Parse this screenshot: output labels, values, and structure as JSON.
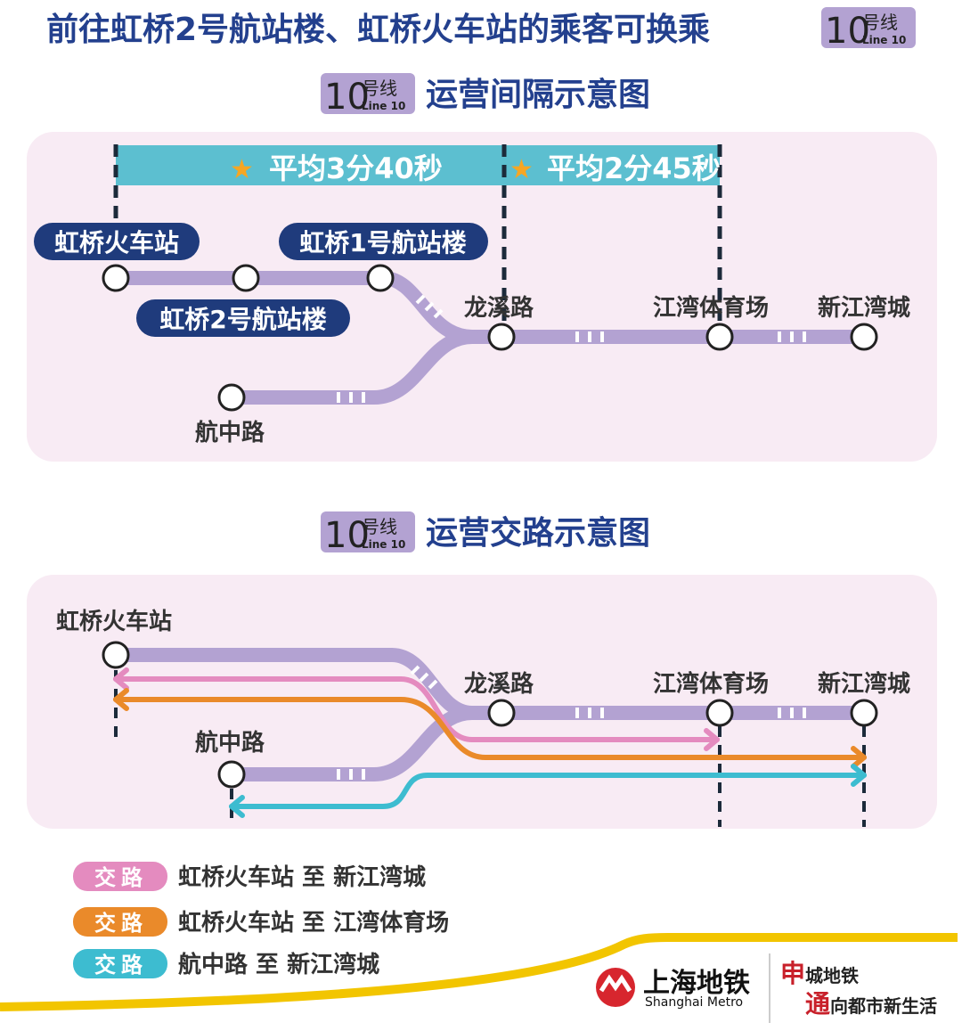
{
  "header": {
    "title": "前往虹桥2号航站楼、虹桥火车站的乘客可换乘",
    "badge": {
      "number": "10",
      "cn": "号线",
      "en": "Line 10"
    }
  },
  "interval_diagram": {
    "title": "运营间隔示意图",
    "intervals": [
      "平均3分40秒",
      "平均2分45秒"
    ],
    "stations": {
      "hongqiao_railway": "虹桥火车站",
      "t1": "虹桥1号航站楼",
      "t2": "虹桥2号航站楼",
      "longxi": "龙溪路",
      "jiangwan_stadium": "江湾体育场",
      "xinjiangwan": "新江湾城",
      "hangzhong": "航中路"
    }
  },
  "routing_diagram": {
    "title": "运营交路示意图",
    "stations": {
      "hongqiao_railway": "虹桥火车站",
      "longxi": "龙溪路",
      "jiangwan_stadium": "江湾体育场",
      "xinjiangwan": "新江湾城",
      "hangzhong": "航中路"
    }
  },
  "legend": [
    {
      "tag": "交路",
      "text": "虹桥火车站 至 新江湾城",
      "color": "#e48bbf"
    },
    {
      "tag": "交路",
      "text": "虹桥火车站 至 江湾体育场",
      "color": "#ea8a2a"
    },
    {
      "tag": "交路",
      "text": "航中路 至 新江湾城",
      "color": "#3dbcd0"
    }
  ],
  "colors": {
    "line10": "#b3a2d2",
    "title": "#23408e",
    "interval_bar": "#5cbfd0",
    "pill": "#1f3b7c",
    "panel": "#f8ebf4",
    "footer_line": "#f2c500"
  },
  "footer": {
    "logo_cn": "上海地铁",
    "logo_en": "Shanghai Metro",
    "slogan_1": "申城地铁",
    "slogan_2": "通向都市新生活"
  }
}
